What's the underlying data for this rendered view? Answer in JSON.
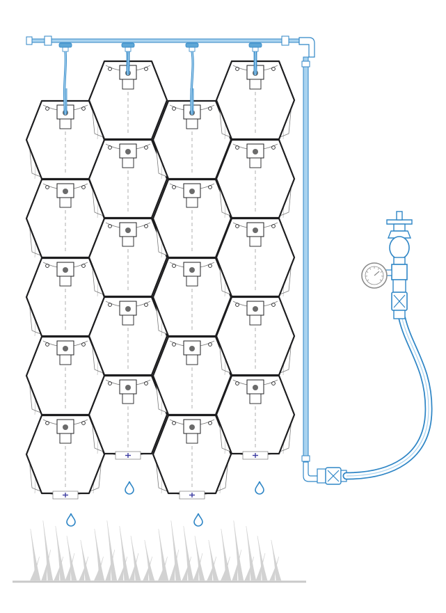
{
  "colors": {
    "outline": "#1d1d1f",
    "pot_back": "#7a7a7a",
    "pipe": "#2f86c6",
    "pipe_light": "#a9d3ef",
    "connector": "#5da6d6",
    "grass": "#d2d2d2",
    "ground": "#c9c9c9",
    "drain_mark": "#3a3aa0",
    "gauge": "#8a8a8a"
  },
  "icons": {
    "pot": "hexagonal-planter-icon",
    "drop": "water-drop-icon",
    "tap": "garden-tap-icon",
    "gauge": "pressure-gauge-icon",
    "grass": "grass-tuft-icon",
    "hose": "garden-hose-icon"
  },
  "wall": {
    "columns": 4,
    "odd_column_rows": 5,
    "even_column_rows": 5,
    "drip_feeds": 4,
    "drops": 4
  }
}
